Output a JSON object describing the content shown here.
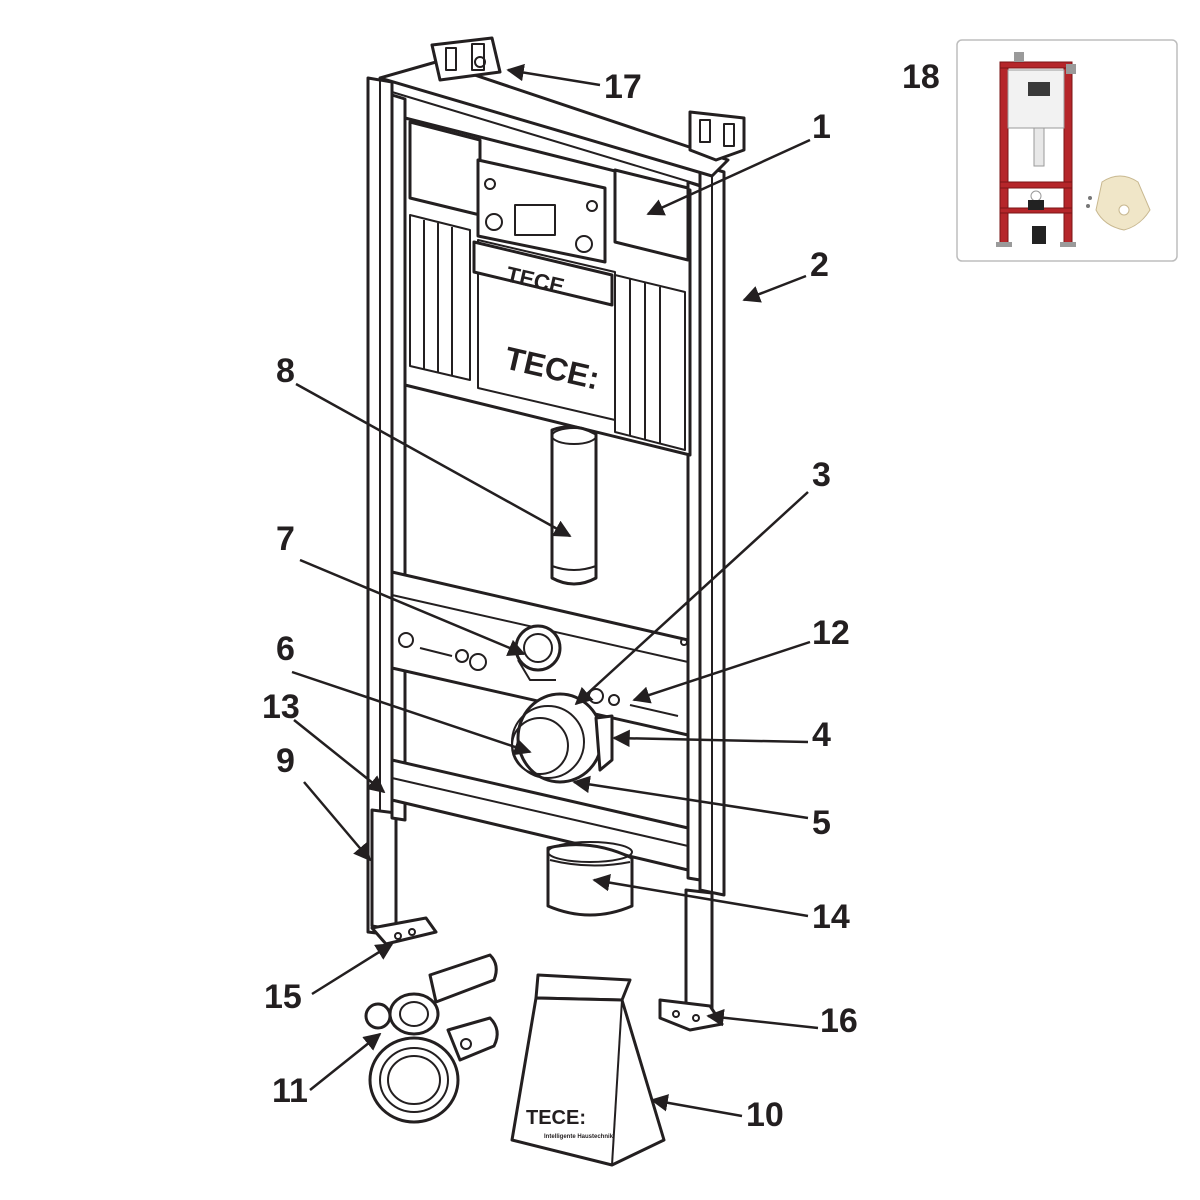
{
  "brand": {
    "tank_logo": "TECE:",
    "tank_logo_small": "TECE",
    "bag_logo": "TECE:",
    "bag_tagline": "Intelligente Haustechnik"
  },
  "callouts": [
    "1",
    "2",
    "3",
    "4",
    "5",
    "6",
    "7",
    "8",
    "9",
    "10",
    "11",
    "12",
    "13",
    "14",
    "15",
    "16",
    "17",
    "18"
  ],
  "colors": {
    "ink": "#231f20",
    "frame_red": "#b5262a",
    "thumb_border": "#bdbdbd"
  }
}
